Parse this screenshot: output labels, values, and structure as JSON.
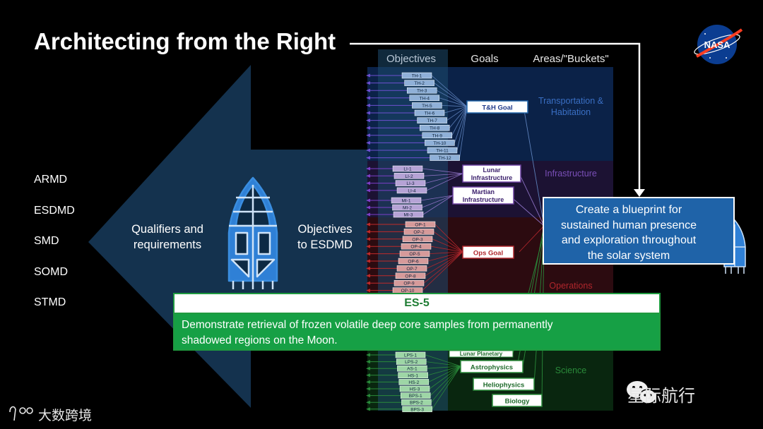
{
  "title": "Architecting from the Right",
  "logo_text": "NASA",
  "orgs": [
    "ARMD",
    "ESDMD",
    "SMD",
    "SOMD",
    "STMD"
  ],
  "labels": {
    "qualifiers": [
      "Qualifiers and",
      "requirements"
    ],
    "objectives_to": [
      "Objectives",
      "to ESDMD"
    ]
  },
  "columns": {
    "objectives": "Objectives",
    "goals": "Goals",
    "areas": "Areas/\"Buckets\""
  },
  "areas": {
    "transportation": [
      "Transportation &",
      "Habitation"
    ],
    "infrastructure": "Infrastructure",
    "operations": "Operations",
    "science": "Science"
  },
  "goals": {
    "th": "T&H Goal",
    "lunar_infra": [
      "Lunar",
      "Infrastructure"
    ],
    "martian_infra": [
      "Martian",
      "Infrastructure"
    ],
    "ops": "Ops Goal",
    "lunar_planetary": "Lunar Planetary",
    "astro": "Astrophysics",
    "helio": "Heliophysics",
    "bio": "Biology"
  },
  "objective_codes": {
    "th": [
      "TH-1",
      "TH-2",
      "TH-3",
      "TH-4",
      "TH-5",
      "TH-6",
      "TH-7",
      "TH-8",
      "TH-9",
      "TH-10",
      "TH-11",
      "TH-12"
    ],
    "li": [
      "LI-1",
      "LI-2",
      "LI-3",
      "LI-4"
    ],
    "mi": [
      "MI-1",
      "MI-2",
      "MI-3"
    ],
    "op": [
      "OP-1",
      "OP-2",
      "OP-3",
      "OP-4",
      "OP-5",
      "OP-6",
      "OP-7",
      "OP-8",
      "OP-9",
      "OP-10"
    ],
    "sci": [
      "LPS-1",
      "LPS-2",
      "AS-1",
      "HS-1",
      "HS-2",
      "HS-3",
      "BPS-1",
      "BPS-2",
      "BPS-3"
    ]
  },
  "blueprint": [
    "Create a blueprint for",
    "sustained human presence",
    "and exploration throughout",
    "the solar system"
  ],
  "es5": {
    "code": "ES-5",
    "text_lines": [
      "Demonstrate retrieval of frozen volatile deep core samples from permanently",
      "shadowed regions on the Moon."
    ]
  },
  "watermarks": {
    "left": "大数跨境",
    "right": "星际航行"
  },
  "colors": {
    "arrow": "#14324e",
    "th_band": "#0b2248",
    "infra_band": "#1c1233",
    "ops_band": "#2c0b10",
    "sci_band": "#09260f",
    "blueprint": "#1f63a8",
    "es5_green": "#16a045",
    "areas_text_blue": "#3a6fc4",
    "areas_text_purple": "#7a4fb8",
    "areas_text_red": "#b0262c",
    "areas_text_green": "#2a8a3a"
  }
}
